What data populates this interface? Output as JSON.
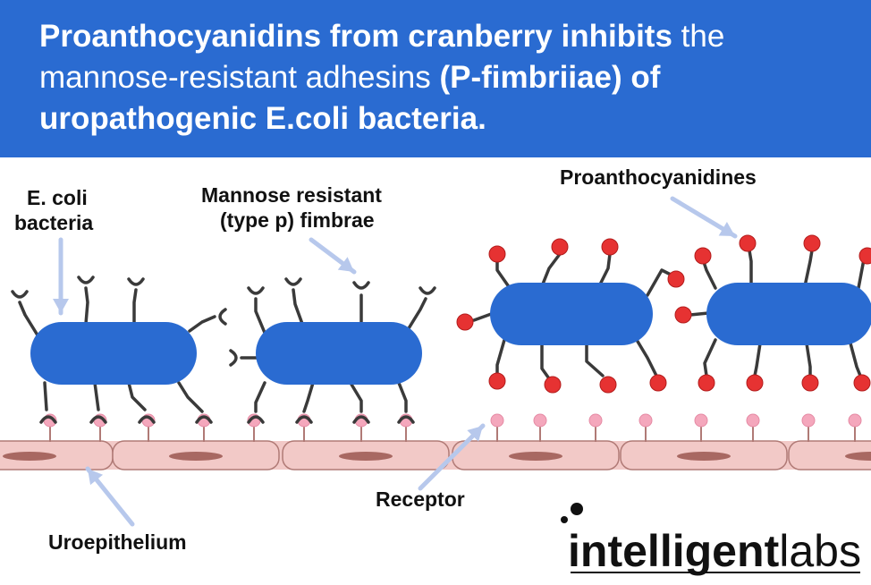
{
  "title": {
    "part1_bold": "Proanthocyanidins from cranberry inhibits",
    "part2": " the mannose-resistant adhesins ",
    "part3_bold": "(P-fimbriiae) of uropathogenic E.coli bacteria."
  },
  "labels": {
    "ecoli_line1": "E. coli",
    "ecoli_line2": "bacteria",
    "fimbrae_line1": "Mannose resistant",
    "fimbrae_line2": "(type p) fimbrae",
    "proantho": "Proanthocyanidines",
    "receptor": "Receptor",
    "uroepithelium": "Uroepithelium"
  },
  "logo": {
    "part1": "intelligent",
    "part2": "labs"
  },
  "colors": {
    "header_bg": "#2a6bd1",
    "bacteria": "#2a6bd1",
    "fimbria_stroke": "#3a3a3a",
    "proanthocyanidin": "#e63232",
    "receptor": "#f4a7bc",
    "cell_fill": "#f2c9c7",
    "cell_stroke": "#b07a76",
    "nucleus": "#a86862",
    "arrow": "#b7c8ec"
  }
}
